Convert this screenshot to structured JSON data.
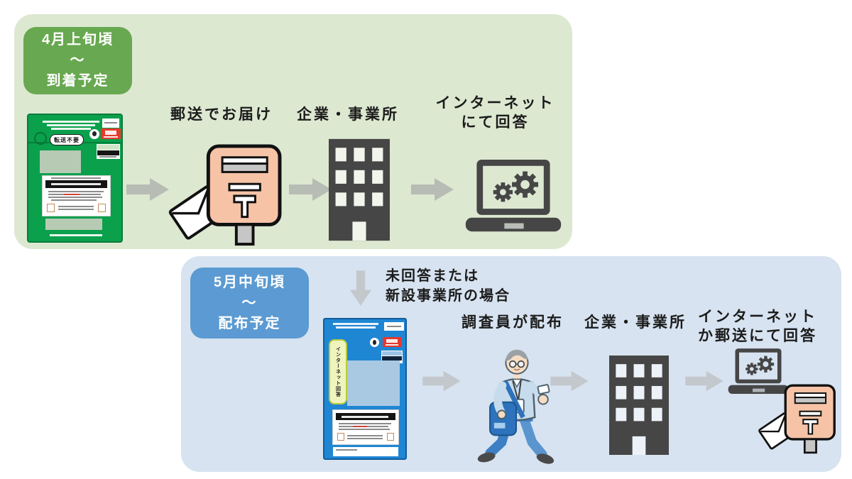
{
  "colors": {
    "panel_green": "#dde8d1",
    "badge_green": "#68a850",
    "panel_blue": "#d7e3f0",
    "badge_blue": "#5b9ad2",
    "icon_dark": "#464646",
    "arrow_gray_top": "#b7bcb4",
    "arrow_gray_bottom": "#c3c8cd",
    "postbox_salmon": "#f6c3a6",
    "envelope_green": "#0aa04c",
    "envelope_blue": "#1f86d3"
  },
  "diagram": {
    "top_panel": {
      "badge_lines": [
        "4月上旬頃",
        "〜",
        "到着予定"
      ],
      "step1_label": "郵送でお届け",
      "step2_label": "企業・事業所",
      "step3_label_line1": "インターネット",
      "step3_label_line2": "にて回答",
      "envelope_tag": "転送不要"
    },
    "bottom_panel": {
      "badge_lines": [
        "5月中旬頃",
        "〜",
        "配布予定"
      ],
      "condition_line1": "未回答または",
      "condition_line2": "新設事業所の場合",
      "step1_label": "調査員が配布",
      "step2_label": "企業・事業所",
      "step3_label_line1": "インターネット",
      "step3_label_line2": "か郵送にて回答",
      "envelope_vertical_label": "インターネット回答"
    }
  }
}
